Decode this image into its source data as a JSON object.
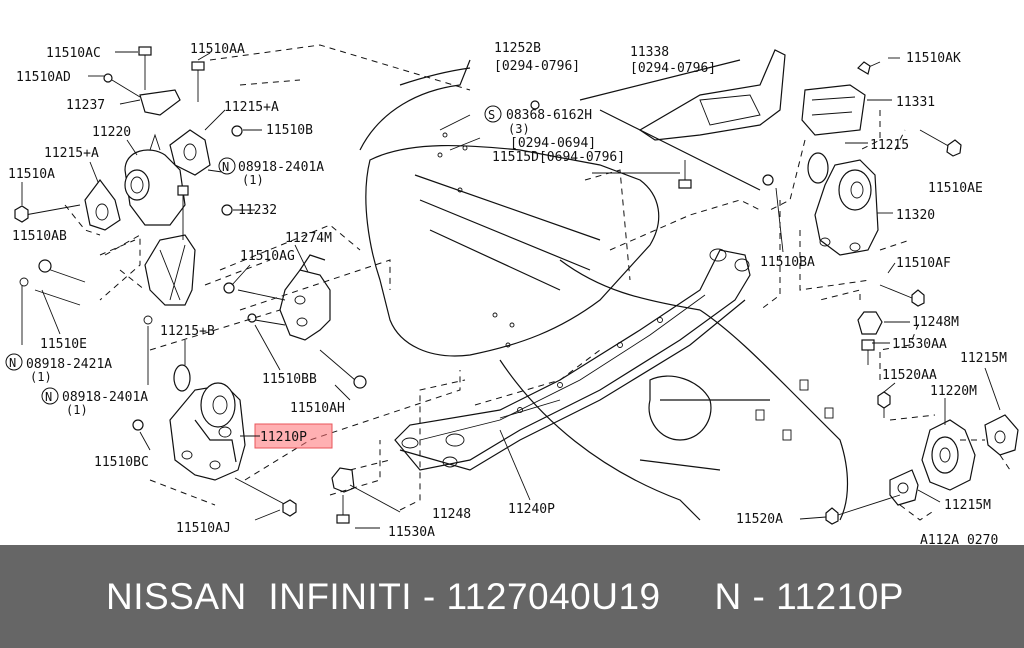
{
  "diagram": {
    "highlight_color": "#e8555a",
    "labels": {
      "l_11510AC": "11510AC",
      "l_11510AA": "11510AA",
      "l_11510AD": "11510AD",
      "l_11237": "11237",
      "l_11215A_top": "11215+A",
      "l_11510B": "11510B",
      "l_11220": "11220",
      "l_11215A_left": "11215+A",
      "l_08918_2401A_top": "08918-2401A",
      "l_qty1_top": "(1)",
      "l_11510A": "11510A",
      "l_11232": "11232",
      "l_11510AB": "11510AB",
      "l_11274M": "11274M",
      "l_11510AG": "11510AG",
      "l_11510E": "11510E",
      "l_11215B": "11215+B",
      "l_08918_2421A": "08918-2421A",
      "l_qty1_mid": "(1)",
      "l_11510BB": "11510BB",
      "l_08918_2401A_bot": "08918-2401A",
      "l_qty1_bot": "(1)",
      "l_11510AH": "11510AH",
      "l_11210P": "11210P",
      "l_11510BC": "11510BC",
      "l_11510AJ": "11510AJ",
      "l_11248_bot": "11248",
      "l_11530A": "11530A",
      "l_11240P": "11240P",
      "l_11252B": "11252B",
      "l_date_11252B": "[0294-0796]",
      "l_08368": "08368-6162H",
      "l_qty3": "(3)",
      "l_date_08368": "[0294-0694]",
      "l_11515D": "11515D[0694-0796]",
      "l_11338": "11338",
      "l_date_11338": "[0294-0796]",
      "l_11510AK": "11510AK",
      "l_11331": "11331",
      "l_11215": "11215",
      "l_11510AE": "11510AE",
      "l_11320": "11320",
      "l_11510BA": "11510BA",
      "l_11510AF": "11510AF",
      "l_11248M": "11248M",
      "l_11530AA": "11530AA",
      "l_11520AA": "11520AA",
      "l_11215M_top": "11215M",
      "l_11220M": "11220M",
      "l_11215M_bot": "11215M",
      "l_11520A": "11520A",
      "l_ref": "A112A 0270",
      "mark_N1": "N",
      "mark_N2": "N",
      "mark_N3": "N",
      "mark_S": "S"
    }
  },
  "footer": {
    "text": "NISSAN  INFINITI - 1127040U19     N - 11210P"
  }
}
